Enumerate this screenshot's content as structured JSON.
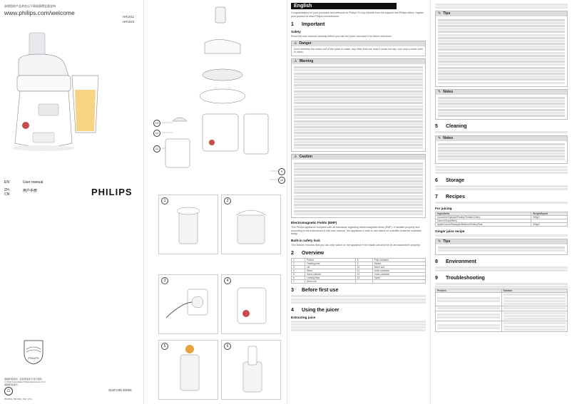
{
  "header": {
    "cn_line": "永保您的产品并在以下网站获得全面支持",
    "url": "www.philips.com/welcome",
    "models": [
      "HR1811",
      "HR1824"
    ]
  },
  "languages": [
    {
      "code": "EN",
      "label": "User manual"
    },
    {
      "code": "ZH-CN",
      "label": "用户手册"
    }
  ],
  "brand": "PHILIPS",
  "footer": {
    "cn_1": "保留所有权利，如有更改恕不另行通知",
    "copyright": "© 2013 Koninklijke Philips Electronics N.V.",
    "cn_2": "保留所有权利",
    "doc_code": "3140 035 32063",
    "file_ref": "HR1811_HR1824_UM_V3.0"
  },
  "callouts": [
    "13",
    "12",
    "11",
    "9",
    "10"
  ],
  "steps": [
    "1",
    "2",
    "3",
    "4",
    "5",
    "6"
  ],
  "main": {
    "lang_title": "English",
    "intro": "Congratulations on your purchase and welcome to Philips! To fully benefit from the support that Philips offers, register your product at www.Philips.com/welcome.",
    "s1": {
      "num": "1",
      "title": "Important"
    },
    "safety_title": "Safety",
    "safety_text": "Read this user manual carefully before you use the juicer and save it for future reference.",
    "danger": "Danger",
    "danger_text": "Don't immerse the motor unit of the juicer in water, any other fluid nor rinse it under the tap. Use only a moist cloth to clean.",
    "warning": "Warning",
    "caution": "Caution",
    "emf_title": "Electromagnetic Fields (EMF)",
    "emf_text": "This Philips appliance complies with all standards regarding electromagnetic fields (EMF). If handled properly and according to the instructions in this user manual, the appliance is safe to use based on scientific evidence available today.",
    "lock_title": "Built-in safety lock",
    "lock_text": "This feature ensures that you can only switch on the appliance if the blade unit and the lid are assembled properly.",
    "s2": {
      "num": "2",
      "title": "Overview"
    },
    "overview": [
      {
        "n": "1",
        "name": "Pusher"
      },
      {
        "n": "2",
        "name": "Feeding tube"
      },
      {
        "n": "3",
        "name": "Lid"
      },
      {
        "n": "4",
        "name": "Sieve"
      },
      {
        "n": "5",
        "name": "Juice collector"
      },
      {
        "n": "6",
        "name": "Locking clips"
      },
      {
        "n": "7",
        "name": "Drive unit"
      },
      {
        "n": "8",
        "name": "Pulp container"
      },
      {
        "n": "9",
        "name": "Switch"
      },
      {
        "n": "10",
        "name": "Motor unit"
      },
      {
        "n": "11",
        "name": "Juice container"
      },
      {
        "n": "12",
        "name": "Juice container"
      },
      {
        "n": "13",
        "name": "Spout"
      }
    ],
    "s3": {
      "num": "3",
      "title": "Before first use"
    },
    "s4": {
      "num": "4",
      "title": "Using the juicer"
    },
    "extracting": "Extracting juice"
  },
  "right": {
    "tips": "Tips",
    "notes": "Notes",
    "s5": {
      "num": "5",
      "title": "Cleaning"
    },
    "s6": {
      "num": "6",
      "title": "Storage"
    },
    "s7": {
      "num": "7",
      "title": "Recipes"
    },
    "for_juicing": "For juicing",
    "recipe_table": {
      "headers": [
        "Ingredients",
        "Weight/Speed"
      ],
      "rows": [
        [
          "Cucumber/Spinach/Parsley/Tomato/Celery",
          "300g/1"
        ],
        [
          "Lemon/Grape/Berry",
          ""
        ],
        [
          "Apple/Carrot/Pineapple/Beetroot/Celery/Pear",
          "300g/2"
        ]
      ]
    },
    "ginger": "Ginger juice recipe",
    "s8": {
      "num": "8",
      "title": "Environment"
    },
    "s9": {
      "num": "9",
      "title": "Troubleshooting"
    },
    "trouble_headers": [
      "Problem",
      "Solution"
    ]
  }
}
